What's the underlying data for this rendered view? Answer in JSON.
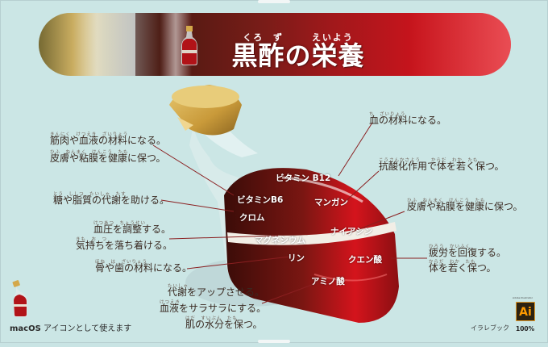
{
  "banner": {
    "title": "黒酢の栄養",
    "title_ruby_kuro": "くろ",
    "title_ruby_su": "ず",
    "title_ruby_eiyou": "えいよう"
  },
  "nutrients": {
    "vitamin_b12": "ビタミン B12",
    "vitamin_b6": "ビタミンB6",
    "manganese": "マンガン",
    "chromium": "クロム",
    "niacin": "ナイアシン",
    "magnesium": "マグネシウム",
    "phosphorus": "リン",
    "citric_acid": "クエン酸",
    "amino_acid": "アミノ酸"
  },
  "notes": {
    "blood": {
      "ruby": "ち　ざいりょう",
      "text": "血の材料になる。"
    },
    "antiox": {
      "ruby": "こうさんかさよう　　からだ　わか　たも",
      "text": "抗酸化作用で体を若く保つ。"
    },
    "skin_right": {
      "ruby": "ひふ　ねんまく　けんこう　たも",
      "text": "皮膚や粘膜を健康に保つ。"
    },
    "fatigue": {
      "ruby": "ひろう　かいふく",
      "text": "疲労を回復する。"
    },
    "young_body": {
      "ruby": "からだ　わか　たも",
      "text": "体を若く保つ。"
    },
    "muscle": {
      "ruby": "きんにく　けつえき　ざいりょう",
      "text": "筋肉や血液の材料になる。"
    },
    "skin_left": {
      "ruby": "ひふ　ねんまく　けんこう　たも",
      "text": "皮膚や粘膜を健康に保つ。"
    },
    "metabolism": {
      "ruby": "とう　ししつ　たいしゃ　たす",
      "text": "糖や脂質の代謝を助ける。"
    },
    "pressure": {
      "ruby": "けつあつ　ちょうせい",
      "text": "血圧を調整する。"
    },
    "calm": {
      "ruby": "きも　お　つ",
      "text": "気持ちを落ち着ける。"
    },
    "bone": {
      "ruby": "ほね　は　ざいりょう",
      "text": "骨や歯の材料になる。"
    },
    "metab_up": {
      "ruby": "たいしゃ",
      "text": "代謝をアップさせる。"
    },
    "blood_flow": {
      "ruby": "けつえき",
      "text": "血液をサラサラにする。"
    },
    "skin_moist": {
      "ruby": "はだ　すいぶん　たも",
      "text": "肌の水分を保つ。"
    }
  },
  "footer": {
    "mac_bold": "macOS",
    "mac_rest": " アイコンとして使えます",
    "brand": "イラレブック",
    "ai_small": "Adobe Illustrator",
    "ai_letters": "Ai",
    "ai_zoom": "100%"
  },
  "colors": {
    "background": "#cbe6e5",
    "vinegar_red": "#c8141c",
    "cap_gold": "#d4a84a",
    "leader_line": "#8a1f20"
  }
}
